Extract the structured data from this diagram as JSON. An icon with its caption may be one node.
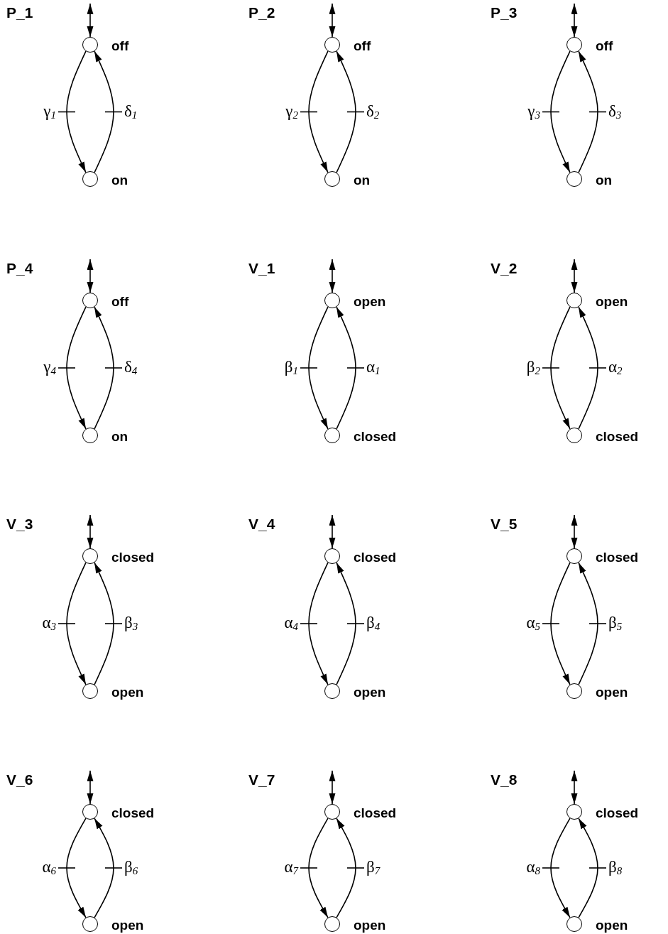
{
  "diagram": {
    "nodes": [
      {
        "text": [],
        "shape": "circle",
        "beside": [
          "off"
        ]
      },
      {
        "text": [],
        "shape": "circle",
        "beside": [
          "on"
        ]
      },
      {
        "text": [],
        "shape": "circle",
        "beside": [
          "off"
        ]
      },
      {
        "text": [],
        "shape": "circle",
        "beside": [
          "on"
        ]
      },
      {
        "text": [],
        "shape": "circle",
        "beside": [
          "off"
        ]
      },
      {
        "text": [],
        "shape": "circle",
        "beside": [
          "on"
        ]
      },
      {
        "text": [],
        "shape": "circle",
        "beside": [
          "off"
        ]
      },
      {
        "text": [],
        "shape": "circle",
        "beside": [
          "on"
        ]
      },
      {
        "text": [],
        "shape": "circle",
        "beside": [
          "open"
        ]
      },
      {
        "text": [],
        "shape": "circle",
        "beside": [
          "closed"
        ]
      },
      {
        "text": [],
        "shape": "circle",
        "beside": [
          "open"
        ]
      },
      {
        "text": [],
        "shape": "circle",
        "beside": [
          "closed"
        ]
      },
      {
        "text": [],
        "shape": "circle",
        "beside": [
          "closed"
        ]
      },
      {
        "text": [],
        "shape": "circle",
        "beside": [
          "open"
        ]
      },
      {
        "text": [],
        "shape": "circle",
        "beside": [
          "closed"
        ]
      },
      {
        "text": [],
        "shape": "circle",
        "beside": [
          "open"
        ]
      },
      {
        "text": [],
        "shape": "circle",
        "beside": [
          "closed"
        ]
      },
      {
        "text": [],
        "shape": "circle",
        "beside": [
          "open"
        ]
      },
      {
        "text": [],
        "shape": "circle",
        "beside": [
          "closed"
        ]
      },
      {
        "text": [],
        "shape": "circle",
        "beside": [
          "open"
        ]
      },
      {
        "text": [],
        "shape": "circle",
        "beside": [
          "closed"
        ]
      },
      {
        "text": [],
        "shape": "circle",
        "beside": [
          "open"
        ]
      },
      {
        "text": [],
        "shape": "circle",
        "beside": [
          "closed"
        ]
      },
      {
        "text": [],
        "shape": "circle",
        "beside": [
          "open"
        ]
      }
    ],
    "edges": [
      {
        "from": null,
        "to": 0,
        "arrow": "both"
      },
      {
        "from": 0,
        "to": 1,
        "arrow": "to",
        "label": "γ$_{1}$"
      },
      {
        "from": 1,
        "to": 0,
        "arrow": "to",
        "label": "δ$_{1}$"
      },
      {
        "from": null,
        "to": 2,
        "arrow": "both"
      },
      {
        "from": 2,
        "to": 3,
        "arrow": "to",
        "label": "γ$_{2}$"
      },
      {
        "from": 3,
        "to": 2,
        "arrow": "to",
        "label": "δ$_{2}$"
      },
      {
        "from": null,
        "to": 4,
        "arrow": "both"
      },
      {
        "from": 4,
        "to": 5,
        "arrow": "to",
        "label": "γ$_{3}$"
      },
      {
        "from": 5,
        "to": 4,
        "arrow": "to",
        "label": "δ$_{3}$"
      },
      {
        "from": null,
        "to": 6,
        "arrow": "both"
      },
      {
        "from": 6,
        "to": 7,
        "arrow": "to",
        "label": "γ$_{4}$"
      },
      {
        "from": 7,
        "to": 6,
        "arrow": "to",
        "label": "δ$_{4}$"
      },
      {
        "from": null,
        "to": 8,
        "arrow": "both"
      },
      {
        "from": 8,
        "to": 9,
        "arrow": "to",
        "label": "β$_{1}$"
      },
      {
        "from": 9,
        "to": 8,
        "arrow": "to",
        "label": "α$_{1}$"
      },
      {
        "from": null,
        "to": 10,
        "arrow": "both"
      },
      {
        "from": 10,
        "to": 11,
        "arrow": "to",
        "label": "β$_{2}$"
      },
      {
        "from": 11,
        "to": 10,
        "arrow": "to",
        "label": "α$_{2}$"
      },
      {
        "from": null,
        "to": 12,
        "arrow": "both"
      },
      {
        "from": 12,
        "to": 13,
        "arrow": "to",
        "label": "α$_{3}$"
      },
      {
        "from": 13,
        "to": 12,
        "arrow": "to",
        "label": "β$_{3}$"
      },
      {
        "from": null,
        "to": 14,
        "arrow": "both"
      },
      {
        "from": 14,
        "to": 15,
        "arrow": "to",
        "label": "α$_{4}$"
      },
      {
        "from": 15,
        "to": 14,
        "arrow": "to",
        "label": "β$_{4}$"
      },
      {
        "from": null,
        "to": 16,
        "arrow": "both"
      },
      {
        "from": 16,
        "to": 17,
        "arrow": "to",
        "label": "α$_{5}$"
      },
      {
        "from": 17,
        "to": 16,
        "arrow": "to",
        "label": "β$_{5}$"
      },
      {
        "from": null,
        "to": 18,
        "arrow": "both"
      },
      {
        "from": 18,
        "to": 19,
        "arrow": "to",
        "label": "α$_{6}$"
      },
      {
        "from": 19,
        "to": 18,
        "arrow": "to",
        "label": "β$_{6}$"
      },
      {
        "from": null,
        "to": 20,
        "arrow": "both"
      },
      {
        "from": 20,
        "to": 21,
        "arrow": "to",
        "label": "α$_{7}$"
      },
      {
        "from": 21,
        "to": 20,
        "arrow": "to",
        "label": "β$_{7}$"
      },
      {
        "from": null,
        "to": 22,
        "arrow": "both"
      },
      {
        "from": 22,
        "to": 23,
        "arrow": "to",
        "label": "α$_{8}$"
      },
      {
        "from": 23,
        "to": 22,
        "arrow": "to",
        "label": "β$_{8}$"
      }
    ],
    "labels": [
      "P_1",
      "P_2",
      "P_3",
      "P_4",
      "V_1",
      "V_2",
      "V_3",
      "V_4",
      "V_5",
      "V_6",
      "V_7",
      "V_8"
    ]
  }
}
